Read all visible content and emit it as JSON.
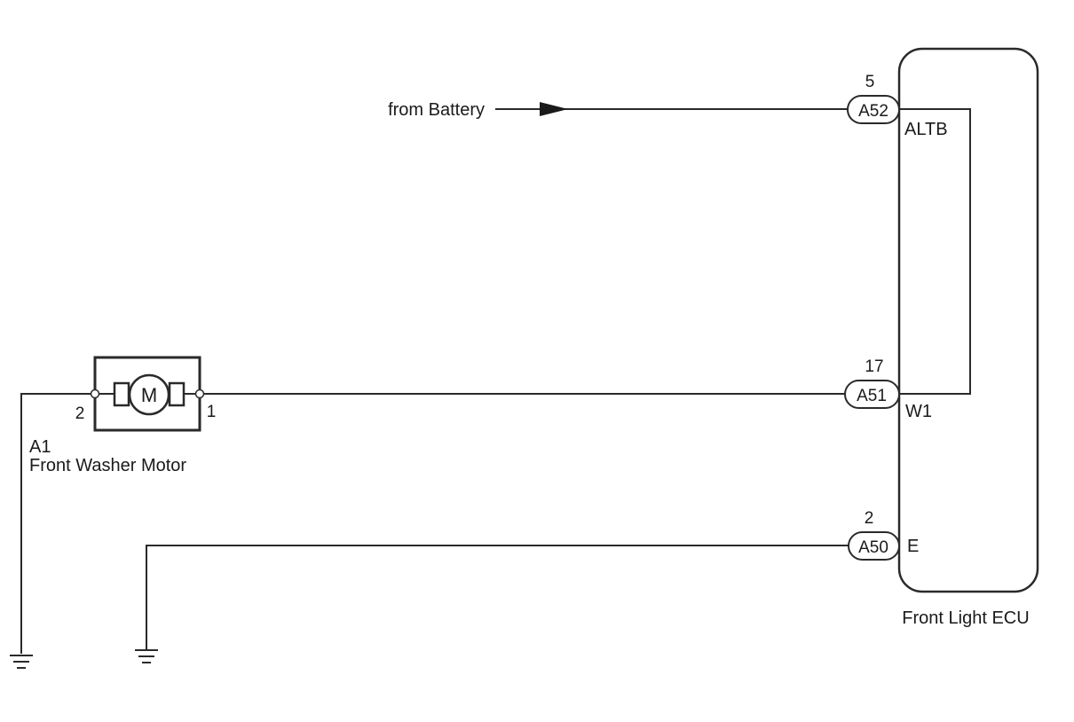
{
  "battery_label": "from Battery",
  "ecu": {
    "name": "Front Light ECU",
    "terminals": {
      "altb": "ALTB",
      "w1": "W1",
      "e": "E"
    }
  },
  "connectors": {
    "a52": {
      "label": "A52",
      "pin": "5"
    },
    "a51": {
      "label": "A51",
      "pin": "17"
    },
    "a50": {
      "label": "A50",
      "pin": "2"
    }
  },
  "motor": {
    "id": "A1",
    "name": "Front Washer Motor",
    "symbol": "M",
    "pin_left": "2",
    "pin_right": "1"
  },
  "icons": [
    "arrow-icon",
    "motor-icon",
    "ground-icon"
  ]
}
